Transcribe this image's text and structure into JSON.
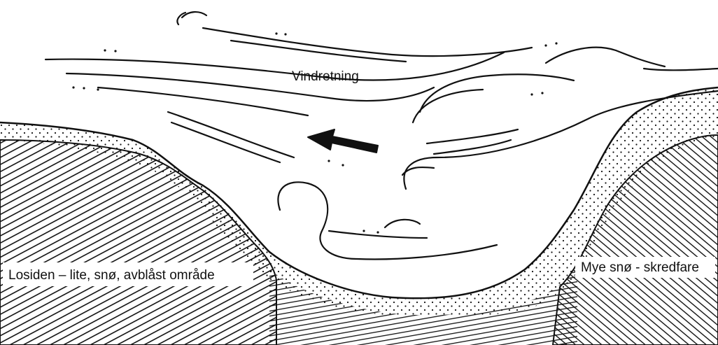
{
  "diagram": {
    "wind_label": "Vindretning",
    "lee_label": "Losiden – lite, snø, avblåst område",
    "windward_label": "Mye snø - skredfare"
  },
  "colors": {
    "ink": "#111111",
    "background": "#ffffff"
  },
  "icons": {
    "wind_arrow": "arrow-left-icon"
  }
}
